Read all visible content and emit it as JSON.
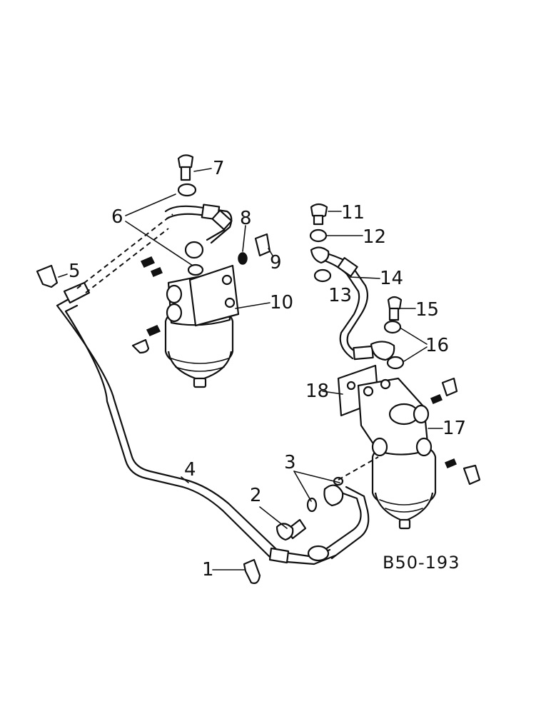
{
  "drawing_code": "B50-193",
  "callouts": [
    "1",
    "2",
    "3",
    "4",
    "5",
    "6",
    "7",
    "8",
    "9",
    "10",
    "11",
    "12",
    "13",
    "14",
    "15",
    "16",
    "17",
    "18"
  ]
}
